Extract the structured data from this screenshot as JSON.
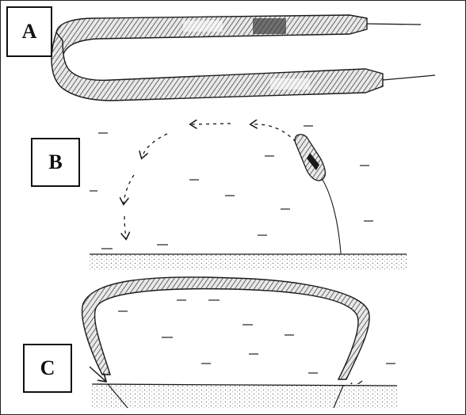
{
  "panels": [
    {
      "id": "A",
      "label": "A"
    },
    {
      "id": "B",
      "label": "B"
    },
    {
      "id": "C",
      "label": "C"
    }
  ],
  "colors": {
    "ink": "#1a1a1a",
    "hatch": "#555555",
    "sediment": "#8a8a8a",
    "background": "#ffffff"
  }
}
